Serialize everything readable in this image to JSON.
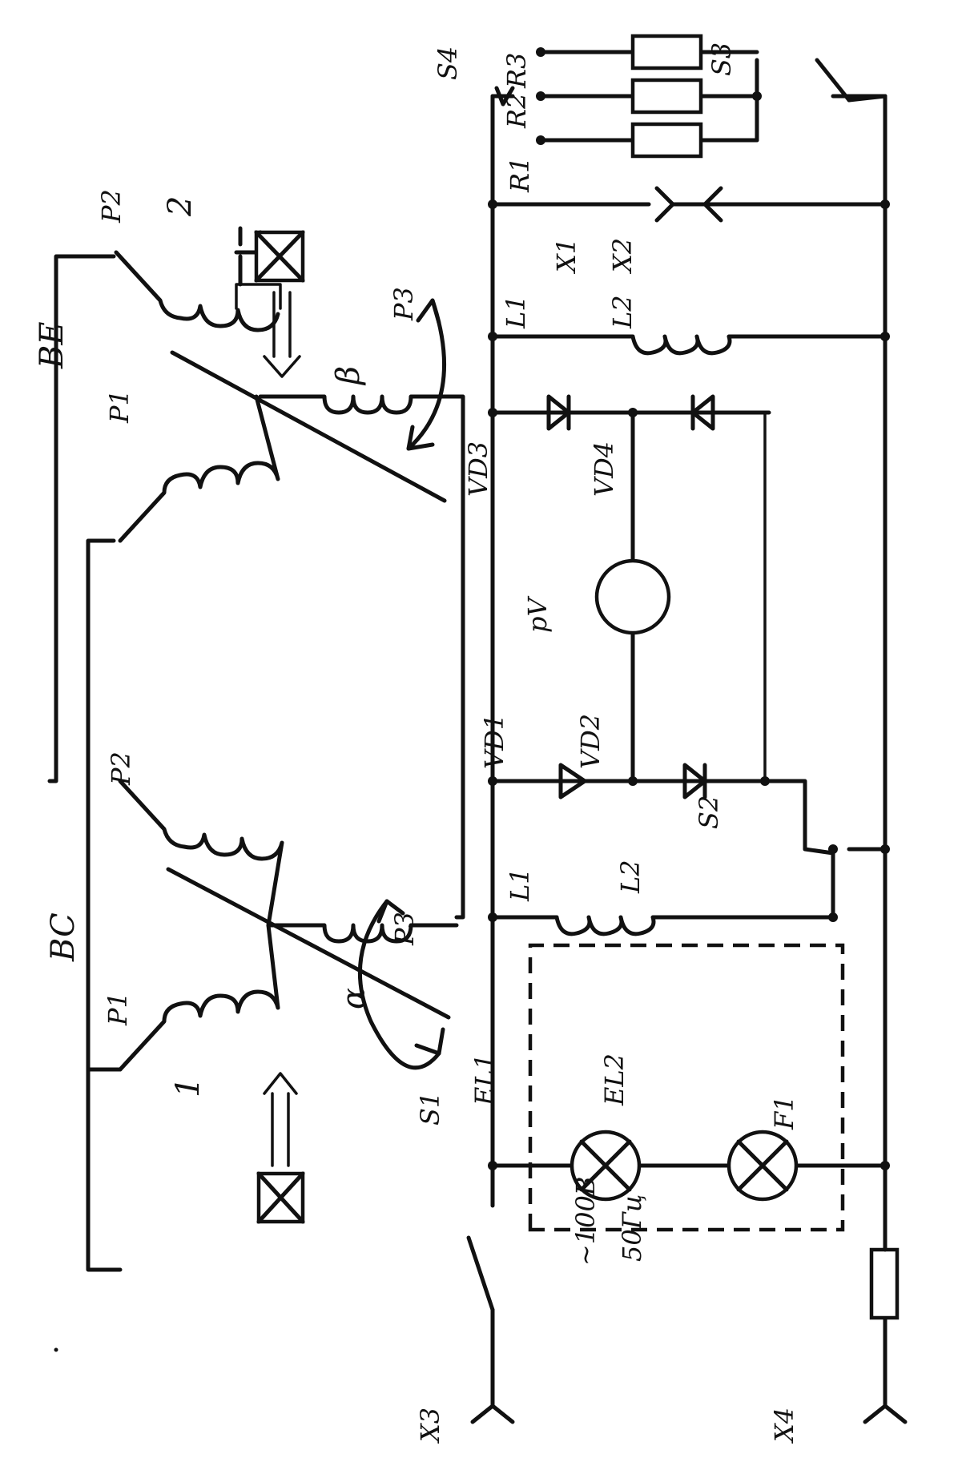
{
  "labels": {
    "BE": "BE",
    "BC": "BC",
    "P1": "P1",
    "P2": "P2",
    "P3": "P3",
    "beta": "β",
    "alpha": "α",
    "n1": "1",
    "n2": "2",
    "S1": "S1",
    "S2": "S2",
    "S3": "S3",
    "S4": "S4",
    "R1": "R1",
    "R2": "R2",
    "R3": "R3",
    "X1": "X1",
    "X2": "X2",
    "X3": "X3",
    "X4": "X4",
    "L1": "L1",
    "L2": "L2",
    "VD1": "VD1",
    "VD2": "VD2",
    "VD3": "VD3",
    "VD4": "VD4",
    "pV": "pV",
    "EL1": "EL1",
    "EL2": "EL2",
    "F1": "F1",
    "voltage": "~100B",
    "frequency": "50Гц"
  }
}
